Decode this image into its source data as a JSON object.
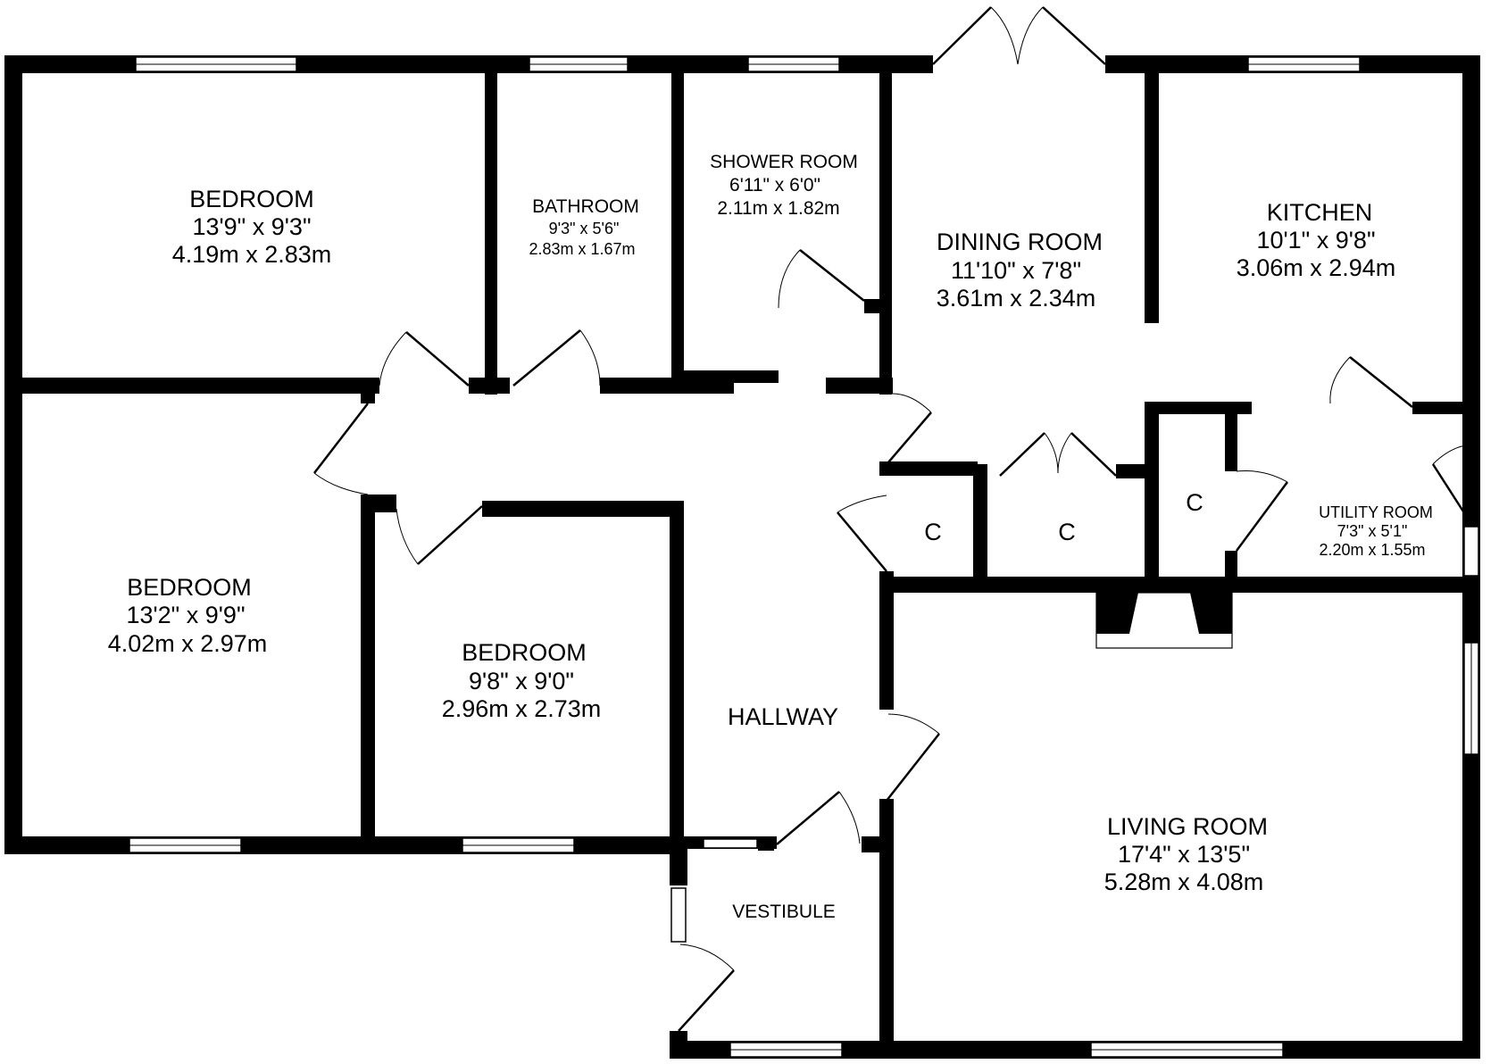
{
  "rooms": [
    {
      "key": "bedroom_1",
      "name": "BEDROOM",
      "imperial": "13'9\"  x 9'3\"",
      "metric": "4.19m  x 2.83m"
    },
    {
      "key": "bathroom",
      "name": "BATHROOM",
      "imperial": "9'3\"  x 5'6\"",
      "metric": "2.83m  x 1.67m"
    },
    {
      "key": "shower_room",
      "name": "SHOWER ROOM",
      "imperial": "6'11\"  x 6'0\"",
      "metric": "2.11m  x 1.82m"
    },
    {
      "key": "dining_room",
      "name": "DINING ROOM",
      "imperial": "11'10\"  x 7'8\"",
      "metric": "3.61m  x 2.34m"
    },
    {
      "key": "kitchen",
      "name": "KITCHEN",
      "imperial": "10'1\"  x 9'8\"",
      "metric": "3.06m  x 2.94m"
    },
    {
      "key": "bedroom_2",
      "name": "BEDROOM",
      "imperial": "13'2\"  x 9'9\"",
      "metric": "4.02m  x 2.97m"
    },
    {
      "key": "bedroom_3",
      "name": "BEDROOM",
      "imperial": "9'8\"  x 9'0\"",
      "metric": "2.96m  x 2.73m"
    },
    {
      "key": "utility_room",
      "name": "UTILITY ROOM",
      "imperial": "7'3\"  x 5'1\"",
      "metric": "2.20m  x 1.55m"
    },
    {
      "key": "living_room",
      "name": "LIVING ROOM",
      "imperial": "17'4\"  x 13'5\"",
      "metric": "5.28m  x 4.08m"
    },
    {
      "key": "hallway",
      "name": "HALLWAY"
    },
    {
      "key": "vestibule",
      "name": "VESTIBULE"
    }
  ],
  "cupboards": [
    {
      "key": "cupboard_1",
      "label": "C"
    },
    {
      "key": "cupboard_2",
      "label": "C"
    },
    {
      "key": "cupboard_3",
      "label": "C"
    }
  ],
  "colors": {
    "wall": "#000000",
    "background": "#ffffff",
    "window": "#ffffff"
  }
}
